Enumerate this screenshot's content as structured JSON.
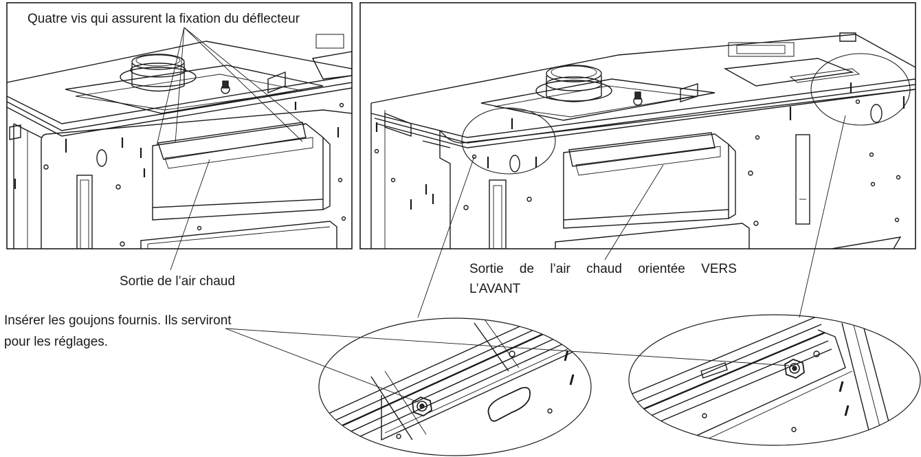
{
  "labels": {
    "screws": "Quatre vis qui assurent la fixation du déflecteur",
    "left_hot_air": "Sortie de l’air chaud",
    "right_hot_air_line1": "Sortie de l’air chaud orientée VERS",
    "right_hot_air_line2": "L’AVANT",
    "studs_line1": "Insérer les goujons fournis. Ils serviront",
    "studs_line2": "pour les réglages."
  },
  "colors": {
    "line": "#1a1a1a",
    "background": "#ffffff",
    "dark_fill": "#2a2a2a"
  }
}
